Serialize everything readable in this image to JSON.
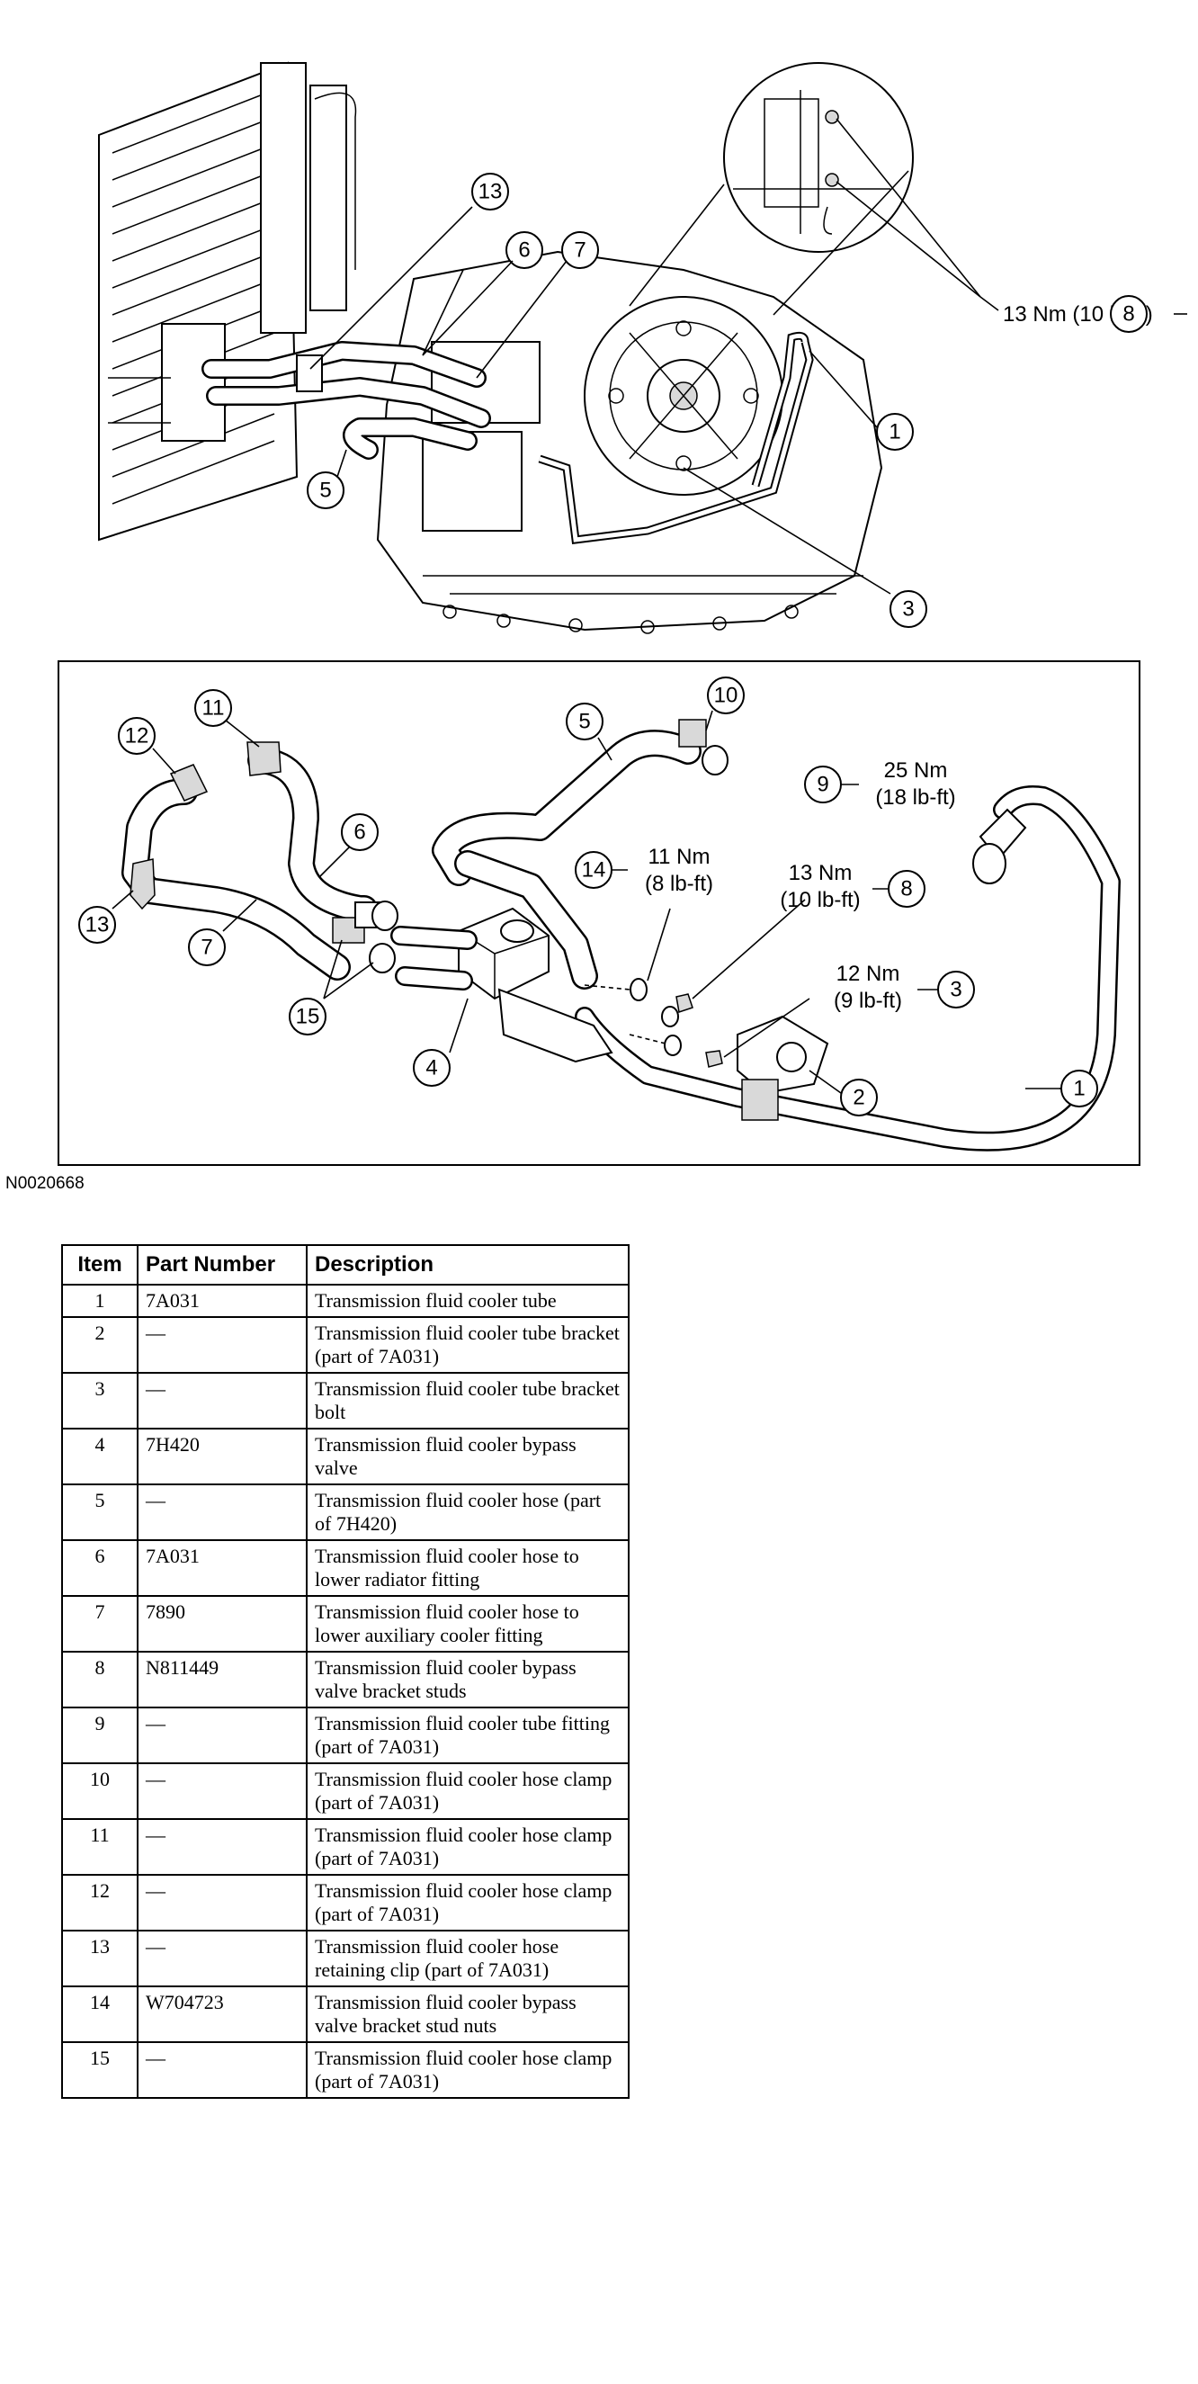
{
  "figure": {
    "code": "N0020668",
    "top_view": {
      "callouts": [
        "1",
        "3",
        "5",
        "6",
        "7",
        "13",
        "8"
      ],
      "torque_label": "13 Nm (10 lb-ft)"
    },
    "bottom_view": {
      "callouts": [
        "1",
        "2",
        "3",
        "4",
        "5",
        "6",
        "7",
        "8",
        "9",
        "10",
        "11",
        "12",
        "13",
        "14",
        "15"
      ],
      "torques": [
        {
          "line1": "25 Nm",
          "line2": "(18 lb-ft)"
        },
        {
          "line1": "11 Nm",
          "line2": "(8 lb-ft)"
        },
        {
          "line1": "13 Nm",
          "line2": "(10 lb-ft)"
        },
        {
          "line1": "12 Nm",
          "line2": "(9 lb-ft)"
        }
      ]
    }
  },
  "table": {
    "headers": {
      "item": "Item",
      "part_number": "Part Number",
      "description": "Description"
    },
    "rows": [
      {
        "item": "1",
        "part": "7A031",
        "desc": "Transmission fluid cooler tube"
      },
      {
        "item": "2",
        "part": "—",
        "desc": "Transmission fluid cooler tube bracket (part of 7A031)"
      },
      {
        "item": "3",
        "part": "—",
        "desc": "Transmission fluid cooler tube bracket bolt"
      },
      {
        "item": "4",
        "part": "7H420",
        "desc": "Transmission fluid cooler bypass valve"
      },
      {
        "item": "5",
        "part": "—",
        "desc": "Transmission fluid cooler hose (part of 7H420)"
      },
      {
        "item": "6",
        "part": "7A031",
        "desc": "Transmission fluid cooler hose to lower radiator fitting"
      },
      {
        "item": "7",
        "part": "7890",
        "desc": "Transmission fluid cooler hose to lower auxiliary cooler fitting"
      },
      {
        "item": "8",
        "part": "N811449",
        "desc": "Transmission fluid cooler bypass valve bracket studs"
      },
      {
        "item": "9",
        "part": "—",
        "desc": "Transmission fluid cooler tube fitting (part of 7A031)"
      },
      {
        "item": "10",
        "part": "—",
        "desc": "Transmission fluid cooler hose clamp (part of 7A031)"
      },
      {
        "item": "11",
        "part": "—",
        "desc": "Transmission fluid cooler hose clamp (part of 7A031)"
      },
      {
        "item": "12",
        "part": "—",
        "desc": "Transmission fluid cooler hose clamp (part of 7A031)"
      },
      {
        "item": "13",
        "part": "—",
        "desc": "Transmission fluid cooler hose retaining clip (part of 7A031)"
      },
      {
        "item": "14",
        "part": "W704723",
        "desc": "Transmission fluid cooler bypass valve bracket stud nuts"
      },
      {
        "item": "15",
        "part": "—",
        "desc": "Transmission fluid cooler hose clamp (part of 7A031)"
      }
    ]
  }
}
